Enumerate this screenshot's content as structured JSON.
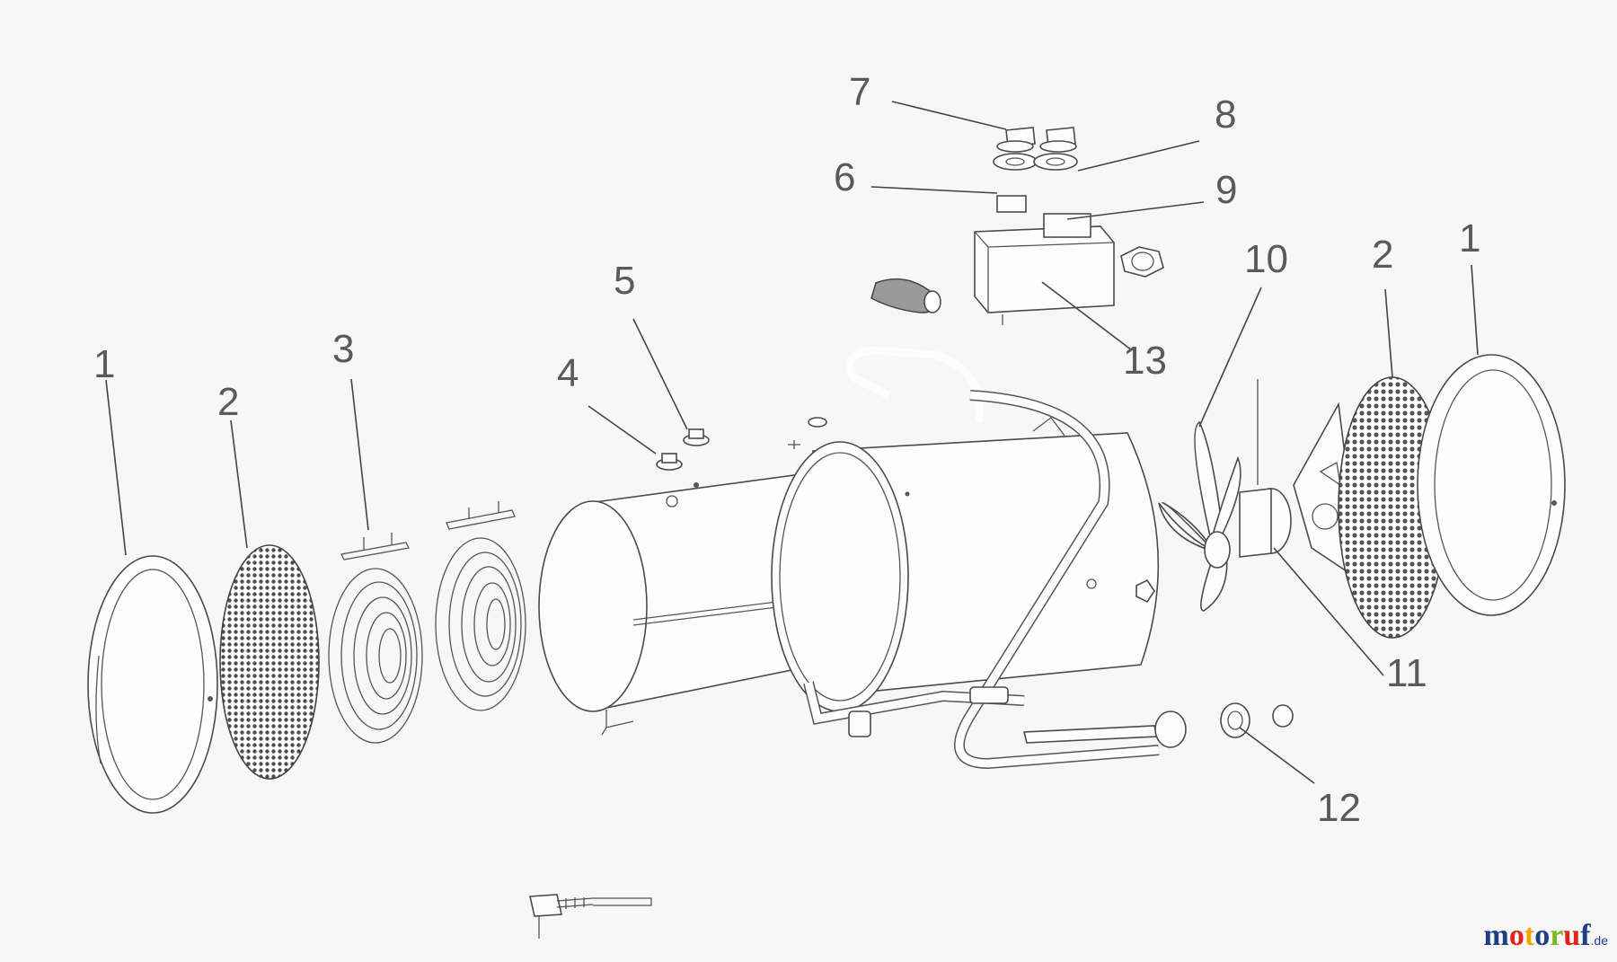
{
  "callouts": [
    {
      "id": "c1a",
      "label": "1"
    },
    {
      "id": "c2a",
      "label": "2"
    },
    {
      "id": "c3",
      "label": "3"
    },
    {
      "id": "c4",
      "label": "4"
    },
    {
      "id": "c5",
      "label": "5"
    },
    {
      "id": "c6",
      "label": "6"
    },
    {
      "id": "c7",
      "label": "7"
    },
    {
      "id": "c8",
      "label": "8"
    },
    {
      "id": "c9",
      "label": "9"
    },
    {
      "id": "c10",
      "label": "10"
    },
    {
      "id": "c13",
      "label": "13"
    },
    {
      "id": "c2b",
      "label": "2"
    },
    {
      "id": "c1b",
      "label": "1"
    },
    {
      "id": "c11",
      "label": "11"
    },
    {
      "id": "c12",
      "label": "12"
    }
  ],
  "logo": {
    "letters": [
      "m",
      "o",
      "t",
      "o",
      "r",
      "u",
      "f"
    ],
    "tld": ".de",
    "colors": [
      "#1d3f8a",
      "#e2231a",
      "#f4a300",
      "#1d3f8a",
      "#7ab929",
      "#e2231a",
      "#1d3f8a"
    ]
  },
  "colors": {
    "line": "#4a4a4a",
    "text": "#5a5a5a",
    "background": "#f7f7f7"
  }
}
